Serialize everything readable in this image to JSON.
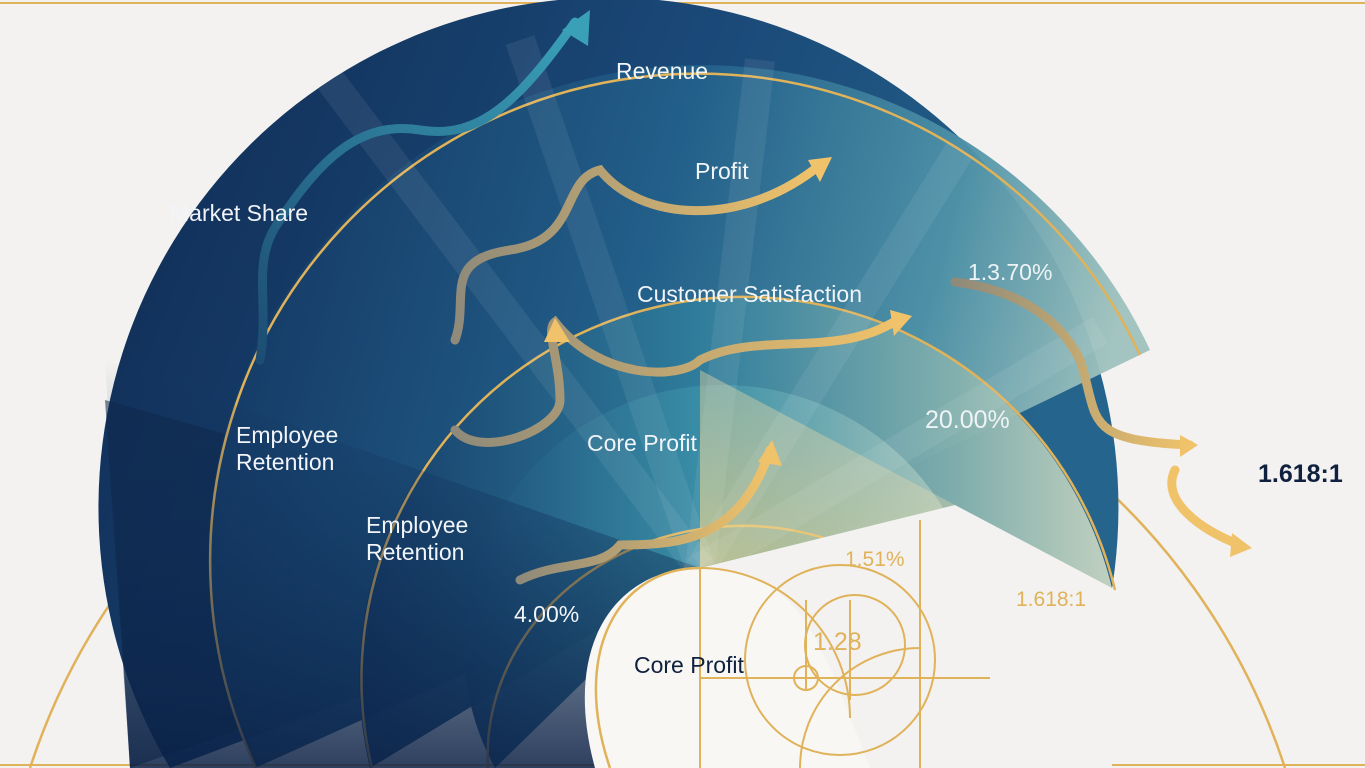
{
  "labels": {
    "revenue": "Revenue",
    "market_share": "Market Share",
    "profit": "Profit",
    "customer_satisfaction": "Customer Satisfaction",
    "employee_retention_outer": "Employee\nRetention",
    "employee_retention_inner": "Employee\nRetention",
    "core_profit_ring": "Core Profit",
    "core_profit_center": "Core Profit"
  },
  "values": {
    "pct_4": "4.00%",
    "pct_20": "20.00%",
    "pct_1_3_70": "1.3.70%",
    "pct_1_51": "1.51%",
    "val_1_28": "1.28",
    "ratio_gold": "1.618:1",
    "ratio_dark": "1.618:1"
  },
  "colors": {
    "navy": "#0f2b52",
    "deep_blue": "#163a66",
    "teal": "#2f7f9c",
    "light_teal": "#8fb8b5",
    "gold": "#e0b25a",
    "background": "#f3f2f0"
  }
}
